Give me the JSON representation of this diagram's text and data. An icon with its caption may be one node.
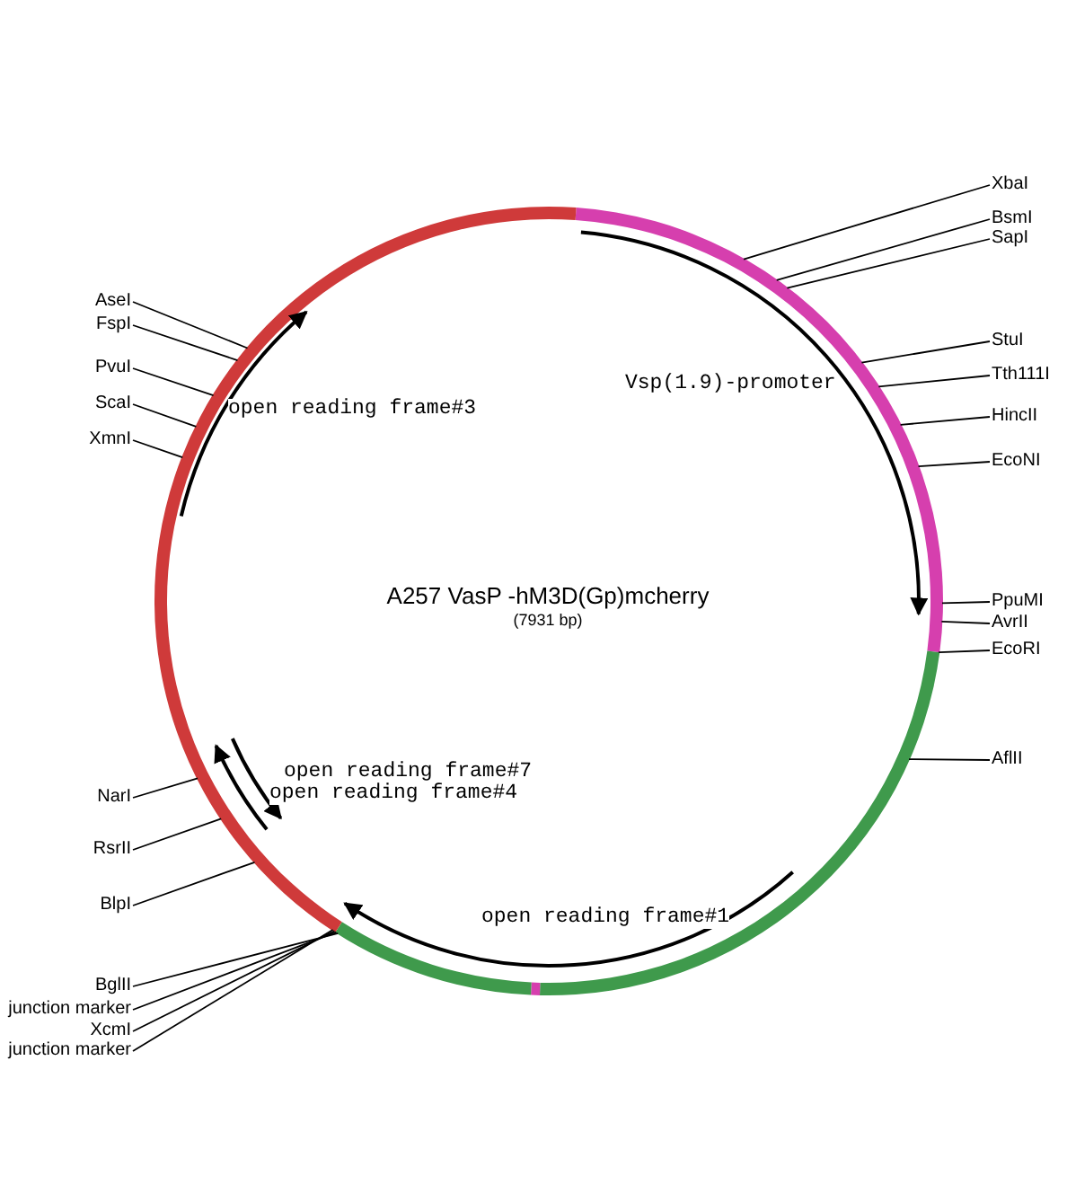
{
  "diagram": {
    "title": "A257 VasP -hM3D(Gp)mcherry",
    "caption": "(7931 bp)",
    "nodes": [
      {
        "text": [
          "XbaI"
        ]
      },
      {
        "text": [
          "BsmI"
        ]
      },
      {
        "text": [
          "SapI"
        ]
      },
      {
        "text": [
          "StuI"
        ]
      },
      {
        "text": [
          "Tth111I"
        ]
      },
      {
        "text": [
          "HincII"
        ]
      },
      {
        "text": [
          "EcoNI"
        ]
      },
      {
        "text": [
          "PpuMI"
        ]
      },
      {
        "text": [
          "AvrII"
        ]
      },
      {
        "text": [
          "EcoRI"
        ]
      },
      {
        "text": [
          "AflII"
        ]
      },
      {
        "text": [
          "AseI"
        ]
      },
      {
        "text": [
          "FspI"
        ]
      },
      {
        "text": [
          "PvuI"
        ]
      },
      {
        "text": [
          "ScaI"
        ]
      },
      {
        "text": [
          "XmnI"
        ]
      },
      {
        "text": [
          "NarI"
        ]
      },
      {
        "text": [
          "RsrII"
        ]
      },
      {
        "text": [
          "BlpI"
        ]
      },
      {
        "text": [
          "BglII"
        ]
      },
      {
        "text": [
          "junction marker"
        ]
      },
      {
        "text": [
          "XcmI"
        ]
      },
      {
        "text": [
          "junction marker"
        ]
      }
    ],
    "edges": [
      {
        "from": 0,
        "to": null,
        "arrow": "none"
      },
      {
        "from": 1,
        "to": null,
        "arrow": "none"
      },
      {
        "from": 2,
        "to": null,
        "arrow": "none"
      },
      {
        "from": 3,
        "to": null,
        "arrow": "none"
      },
      {
        "from": 4,
        "to": null,
        "arrow": "none"
      },
      {
        "from": 5,
        "to": null,
        "arrow": "none"
      },
      {
        "from": 6,
        "to": null,
        "arrow": "none"
      },
      {
        "from": 7,
        "to": null,
        "arrow": "none"
      },
      {
        "from": 8,
        "to": null,
        "arrow": "none"
      },
      {
        "from": 9,
        "to": null,
        "arrow": "none"
      },
      {
        "from": 10,
        "to": null,
        "arrow": "none"
      },
      {
        "from": 11,
        "to": null,
        "arrow": "none"
      },
      {
        "from": 12,
        "to": null,
        "arrow": "none"
      },
      {
        "from": 13,
        "to": null,
        "arrow": "none"
      },
      {
        "from": 14,
        "to": null,
        "arrow": "none"
      },
      {
        "from": 15,
        "to": null,
        "arrow": "none"
      },
      {
        "from": 16,
        "to": null,
        "arrow": "none"
      },
      {
        "from": 17,
        "to": null,
        "arrow": "none"
      },
      {
        "from": 18,
        "to": null,
        "arrow": "none"
      },
      {
        "from": 19,
        "to": null,
        "arrow": "none"
      },
      {
        "from": 20,
        "to": null,
        "arrow": "none"
      },
      {
        "from": 21,
        "to": null,
        "arrow": "none"
      },
      {
        "from": 22,
        "to": null,
        "arrow": "none"
      }
    ],
    "labels": [
      "Vsp(1.9)-promoter",
      "open reading frame#3",
      "open reading frame#7",
      "open reading frame#4",
      "open reading frame#1"
    ]
  }
}
